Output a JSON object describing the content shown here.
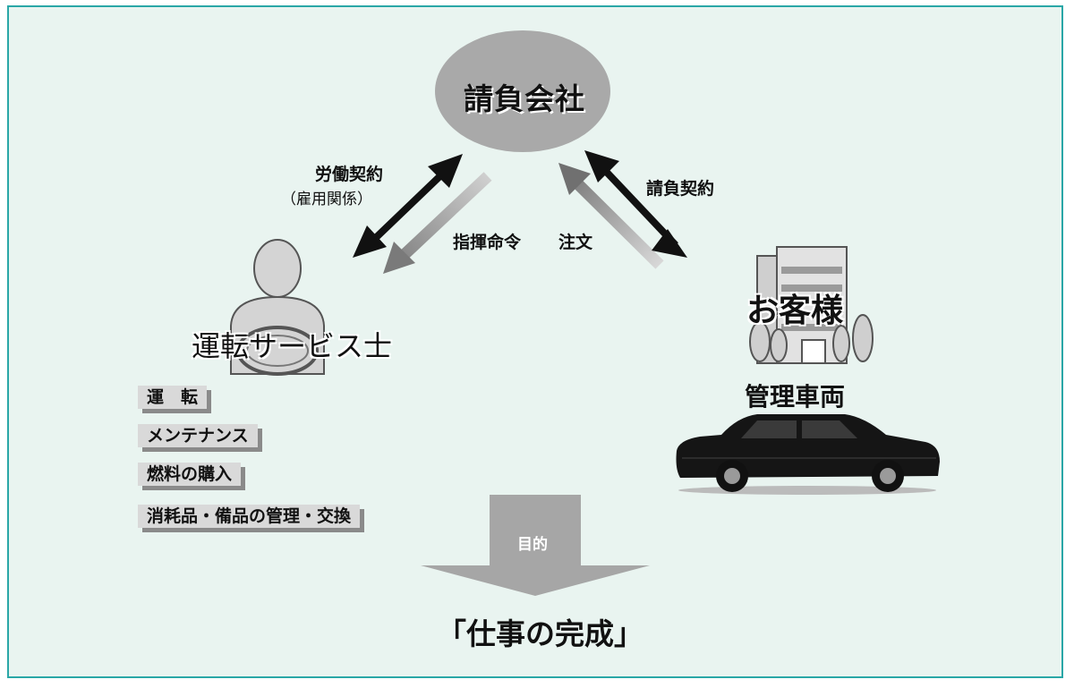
{
  "contractor": "請負会社",
  "labor_contract": "労働契約",
  "employment_relation": "（雇用関係）",
  "command": "指揮命令",
  "order": "注文",
  "subcontract": "請負契約",
  "driver": "運転サービス士",
  "customer": "お客様",
  "managed_vehicle": "管理車両",
  "tasks": [
    "運　転",
    "メンテナンス",
    "燃料の購入",
    "消耗品・備品の管理・交換"
  ],
  "purpose": "目的",
  "goal": "「仕事の完成」",
  "colors": {
    "border": "#2aa7a7",
    "background": "#e9f4f0",
    "ellipse": "#a9a9a9",
    "task_box": "#d9d9d9",
    "task_shadow": "#8a8a8a",
    "arrow_dark": "#111111",
    "arrow_light": "#a0a0a0",
    "car": "#151515"
  },
  "icons": [
    "driver-person-icon",
    "steering-wheel-icon",
    "building-icon",
    "tree-icon",
    "car-icon",
    "down-arrow-icon"
  ]
}
